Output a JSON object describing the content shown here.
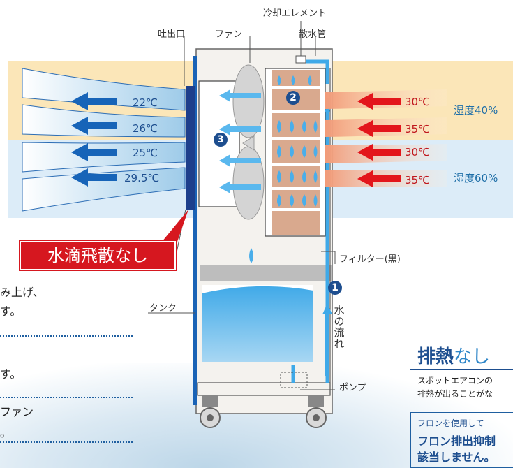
{
  "labels": {
    "cooling_element": "冷却エレメント",
    "outlet": "吐出口",
    "fan": "ファン",
    "water_pipe": "散水管",
    "filter": "フィルター(黒)",
    "tank": "タンク",
    "pump": "ポンプ",
    "water_flow": "水の流れ"
  },
  "outlet_temps": [
    "22℃",
    "26℃",
    "25℃",
    "29.5℃"
  ],
  "inlet_temps": [
    "30℃",
    "35℃",
    "30℃",
    "35℃"
  ],
  "humidity": [
    "湿度40%",
    "湿度60%"
  ],
  "callout": "水滴飛散なし",
  "step_numbers": [
    "1",
    "2",
    "3"
  ],
  "left_text": [
    "み上げ、",
    "す。",
    "す。",
    "ファン",
    "。"
  ],
  "heading": {
    "main": "排熱",
    "suffix": "なし"
  },
  "description": [
    "スポットエアコンの",
    "排熱が出ることがな"
  ],
  "badge": {
    "title": "フロンを使用して",
    "line1": "フロン排出抑制",
    "line2": "該当しません。"
  },
  "colors": {
    "warm_band": "#fbe6b8",
    "cool_band": "#dcecf8",
    "accent_red": "#d6171f",
    "navy": "#1d4e8f"
  }
}
